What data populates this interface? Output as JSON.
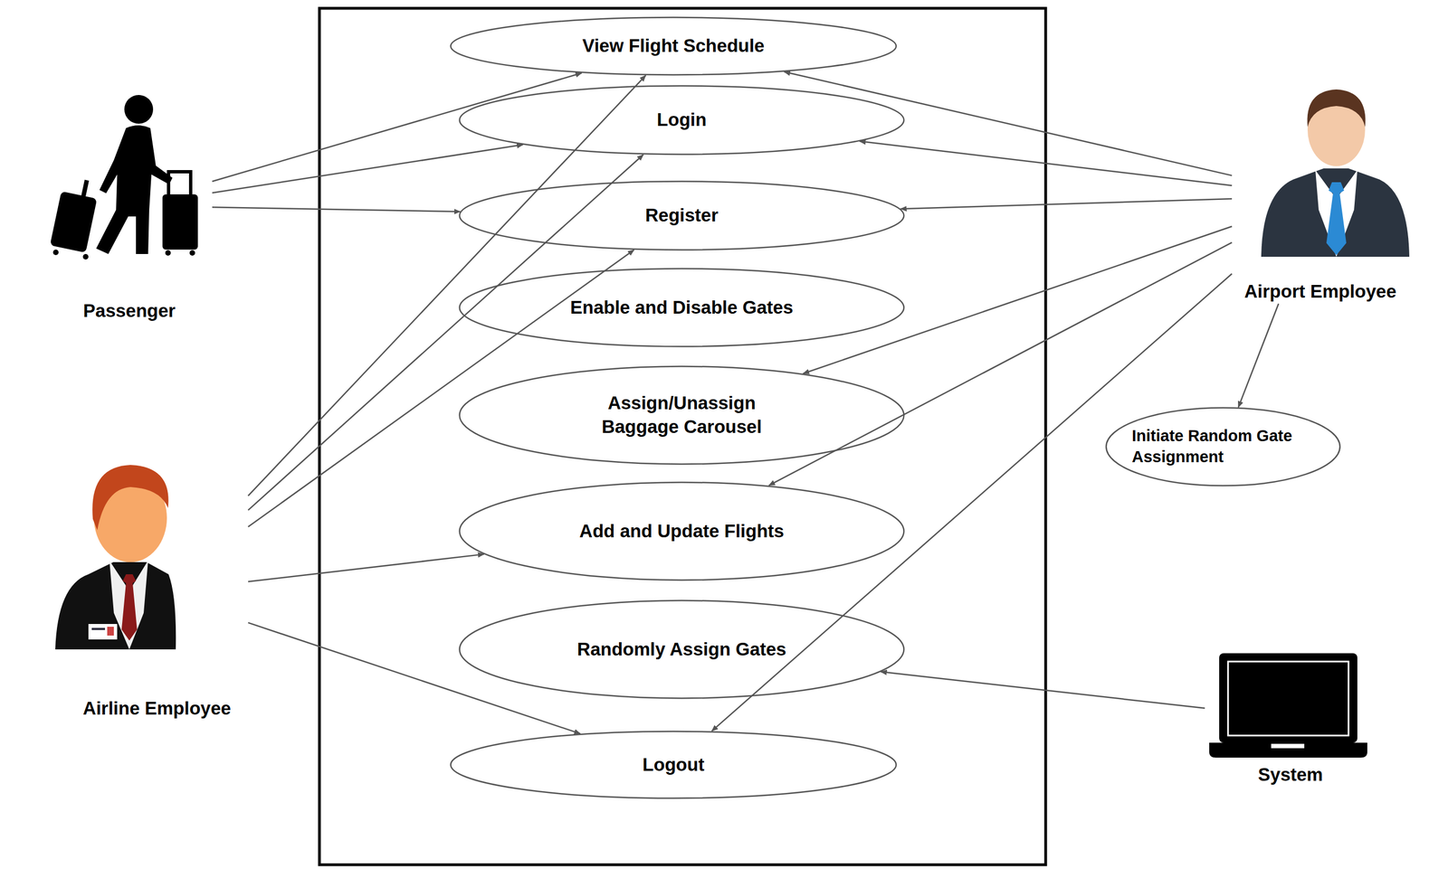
{
  "diagram": {
    "nodes": [
      {
        "text": [
          "Passenger"
        ]
      },
      {
        "text": [
          "View Flight Schedule"
        ]
      },
      {
        "text": [
          "Login"
        ]
      },
      {
        "text": [
          "Register"
        ]
      },
      {
        "text": [
          "Enable and Disable Gates"
        ]
      },
      {
        "text": [
          "Assign/Unassign Baggage Carousel"
        ]
      },
      {
        "text": [
          "Add and Update Flights"
        ]
      },
      {
        "text": [
          "Randomly Assign Gates"
        ]
      },
      {
        "text": [
          "Logout"
        ]
      },
      {
        "text": [
          "Airline Employee"
        ]
      },
      {
        "text": [
          "Airport Employee"
        ]
      },
      {
        "text": [
          "Initiate Random Gate Assignment"
        ]
      },
      {
        "text": [
          "System"
        ]
      }
    ],
    "edges": [
      {
        "from": 0,
        "to": 1,
        "arrow": "to"
      },
      {
        "from": 0,
        "to": 2,
        "arrow": "to"
      },
      {
        "from": 0,
        "to": 3,
        "arrow": "to"
      },
      {
        "from": 9,
        "to": 1,
        "arrow": "to"
      },
      {
        "from": 9,
        "to": 2,
        "arrow": "to"
      },
      {
        "from": 9,
        "to": 3,
        "arrow": "to"
      },
      {
        "from": 9,
        "to": 6,
        "arrow": "to"
      },
      {
        "from": 9,
        "to": 8,
        "arrow": "to"
      },
      {
        "from": 10,
        "to": 1,
        "arrow": "to"
      },
      {
        "from": 10,
        "to": 2,
        "arrow": "to"
      },
      {
        "from": 10,
        "to": 3,
        "arrow": "to"
      },
      {
        "from": 10,
        "to": 5,
        "arrow": "to"
      },
      {
        "from": 10,
        "to": 6,
        "arrow": "to"
      },
      {
        "from": 10,
        "to": 8,
        "arrow": "to"
      },
      {
        "from": 10,
        "to": 11,
        "arrow": "to"
      },
      {
        "from": 12,
        "to": 7,
        "arrow": "to"
      }
    ]
  }
}
